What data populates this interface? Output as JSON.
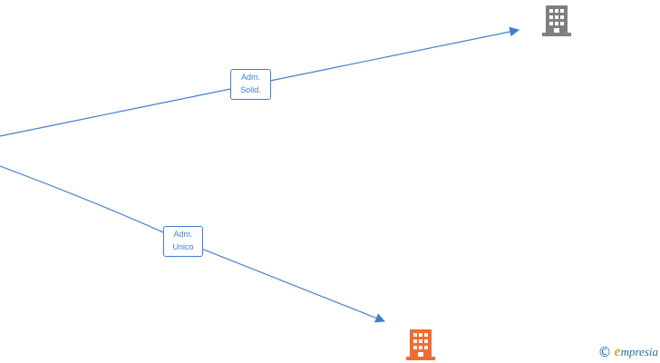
{
  "edges": [
    {
      "label_line1": "Adm.",
      "label_line2": "Solid."
    },
    {
      "label_line1": "Adm.",
      "label_line2": "Unico"
    }
  ],
  "nodes": [
    {
      "icon": "building-icon",
      "color": "#7f7f7f"
    },
    {
      "icon": "building-icon",
      "color": "#f26b33"
    }
  ],
  "watermark": {
    "symbol": "©",
    "brand_initial": "e",
    "brand_rest": "mpresia"
  },
  "colors": {
    "edge": "#3f7fd1"
  }
}
